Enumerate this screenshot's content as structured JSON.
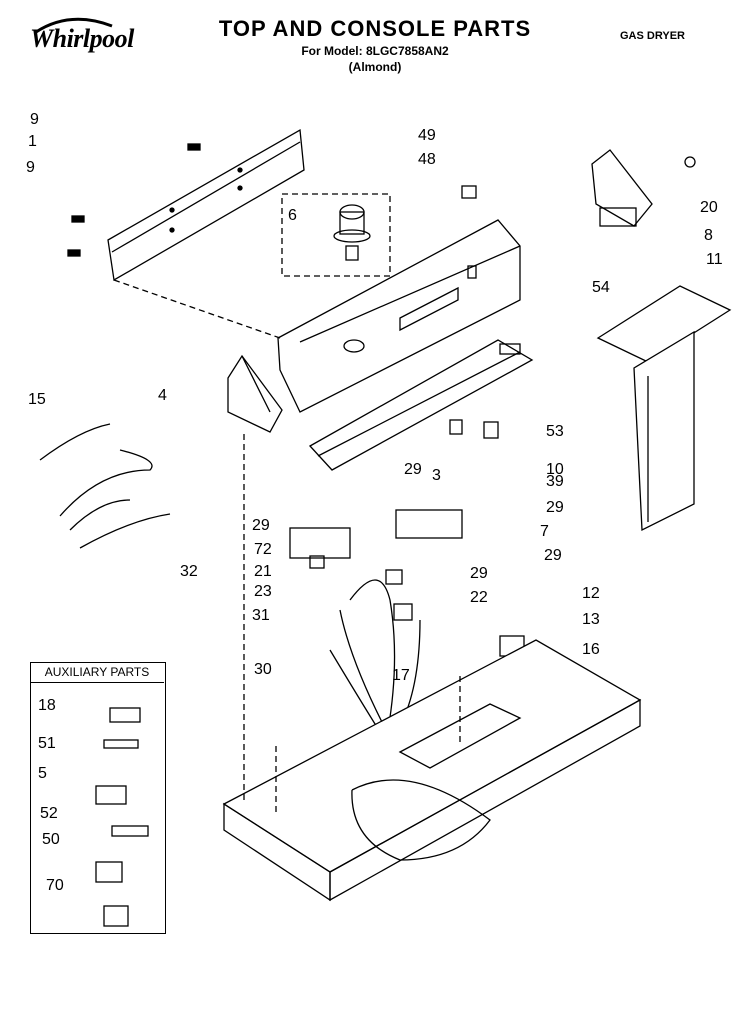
{
  "header": {
    "brand": "Whirlpool",
    "title": "TOP AND CONSOLE PARTS",
    "model_line": "For Model: 8LGC7858AN2",
    "color_line": "(Almond)",
    "category": "GAS DRYER"
  },
  "auxiliary": {
    "title": "AUXILIARY PARTS",
    "items": [
      "18",
      "51",
      "5",
      "52",
      "50",
      "70"
    ]
  },
  "callouts": [
    "9",
    "1",
    "9",
    "49",
    "48",
    "6",
    "20",
    "8",
    "54",
    "11",
    "4",
    "15",
    "53",
    "10",
    "39",
    "29",
    "3",
    "29",
    "29",
    "72",
    "7",
    "21",
    "29",
    "23",
    "29",
    "32",
    "31",
    "22",
    "12",
    "13",
    "30",
    "17",
    "16"
  ]
}
